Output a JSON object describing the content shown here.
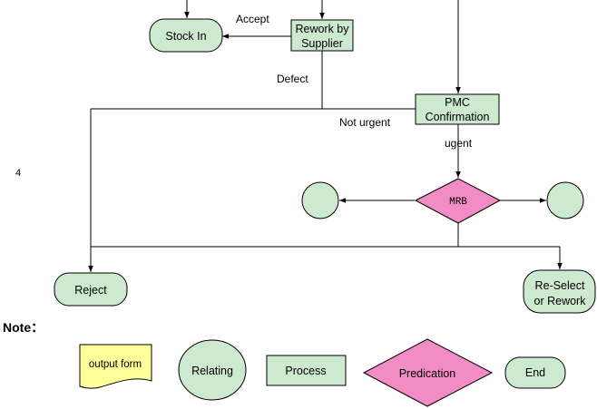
{
  "colors": {
    "node_fill": "#cde9cf",
    "decision_fill": "#f28cc4",
    "doc_fill": "#ffff99",
    "line": "#000000"
  },
  "nodes": {
    "stock_in": "Stock In",
    "rework_line1": "Rework by",
    "rework_line2": "Supplier",
    "pmc_line1": "PMC",
    "pmc_line2": "Confirmation",
    "mrb": "MRB",
    "reject": "Reject",
    "reselect_line1": "Re-Select",
    "reselect_line2": "or Rework"
  },
  "edge_labels": {
    "accept": "Accept",
    "defect": "Defect",
    "not_urgent": "Not urgent",
    "urgent": "ugent"
  },
  "stray_mark": "4",
  "legend": {
    "title": "Note：",
    "output_form": "output form",
    "relating": "Relating",
    "process": "Process",
    "predication": "Predication",
    "end": "End"
  }
}
